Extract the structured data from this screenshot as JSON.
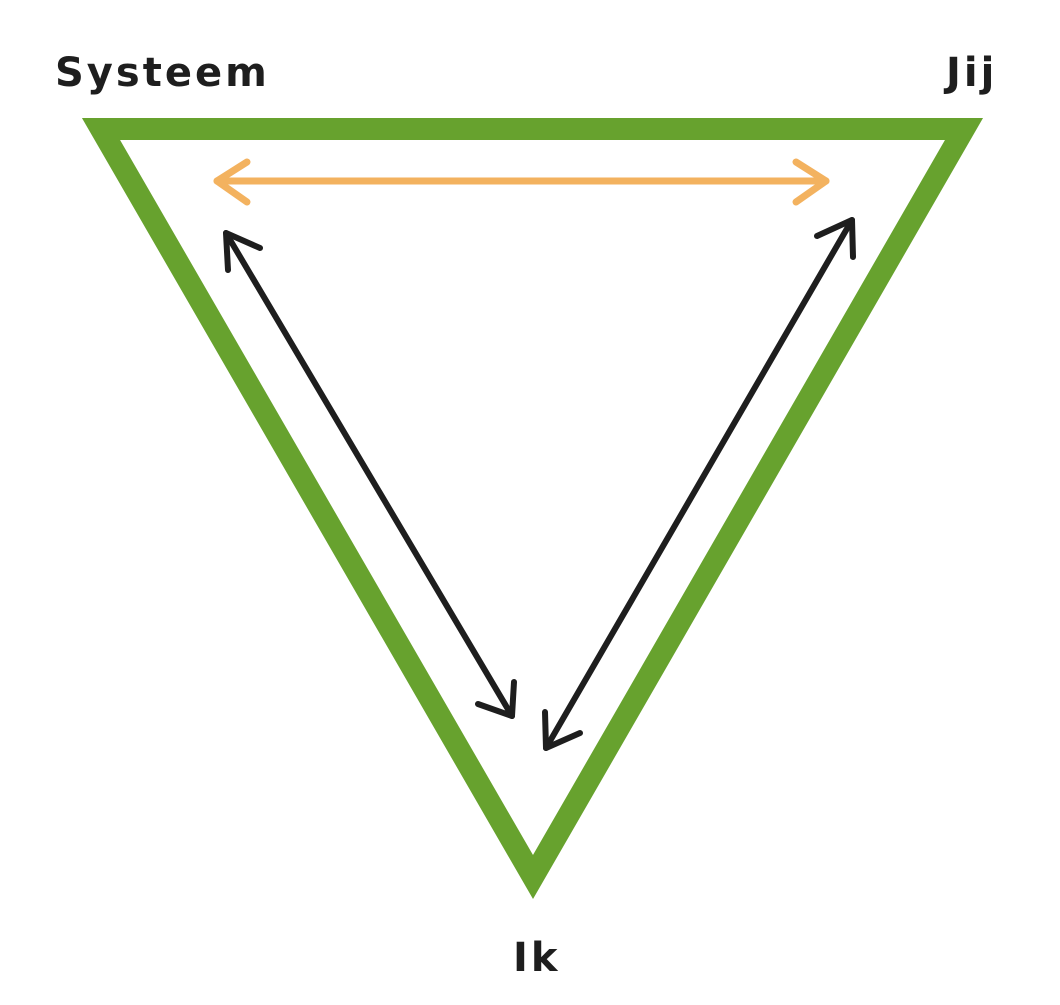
{
  "labels": {
    "top_left": "Systeem",
    "top_right": "Jij",
    "bottom": "Ik"
  },
  "colors": {
    "triangle": "#67a22e",
    "system_you_arrow": "#f3b25f",
    "self_arrows": "#1e1e1e",
    "text": "#1e1e1e"
  }
}
